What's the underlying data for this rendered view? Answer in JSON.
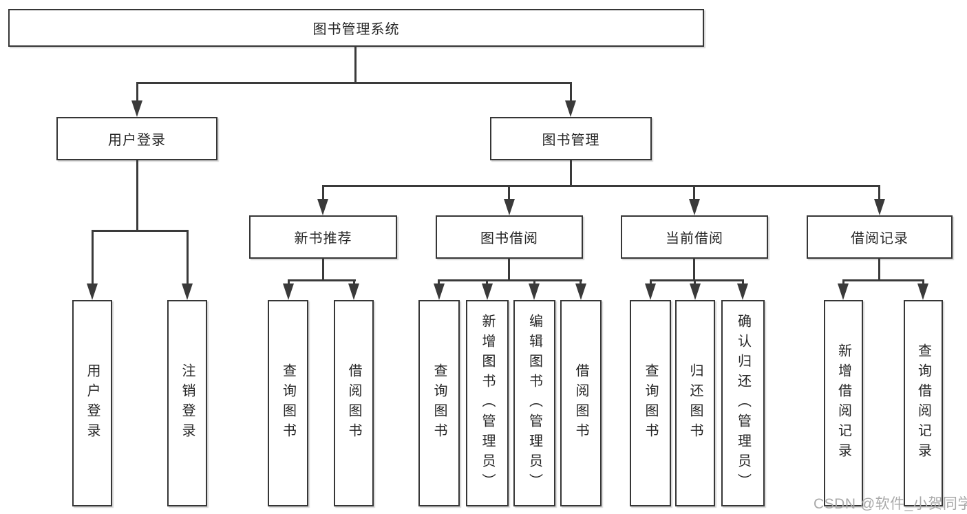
{
  "diagram": {
    "root": {
      "label": "图书管理系统"
    },
    "branches": [
      {
        "label": "用户登录",
        "children": [
          {
            "label": "用户登录"
          },
          {
            "label": "注销登录"
          }
        ]
      },
      {
        "label": "图书管理",
        "children": [
          {
            "label": "新书推荐",
            "children": [
              {
                "label": "查询图书"
              },
              {
                "label": "借阅图书"
              }
            ]
          },
          {
            "label": "图书借阅",
            "children": [
              {
                "label": "查询图书"
              },
              {
                "label": "新增图书（管理员）"
              },
              {
                "label": "编辑图书（管理员）"
              },
              {
                "label": "借阅图书"
              }
            ]
          },
          {
            "label": "当前借阅",
            "children": [
              {
                "label": "查询图书"
              },
              {
                "label": "归还图书"
              },
              {
                "label": "确认归还（管理员）"
              }
            ]
          },
          {
            "label": "借阅记录",
            "children": [
              {
                "label": "新增借阅记录"
              },
              {
                "label": "查询借阅记录"
              }
            ]
          }
        ]
      }
    ]
  },
  "watermark": {
    "text": "CSDN @软件_小贺同学"
  },
  "colors": {
    "line": "#3a3a3a",
    "box_border": "#363636",
    "text": "#262626",
    "watermark": "#a9a9a9",
    "background": "#ffffff"
  }
}
